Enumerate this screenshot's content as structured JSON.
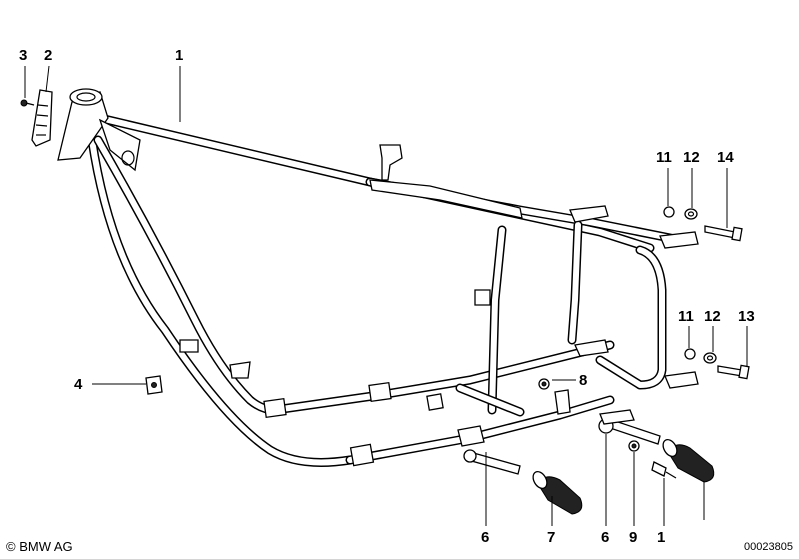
{
  "callouts": {
    "c3": "3",
    "c2": "2",
    "c1": "1",
    "c11a": "11",
    "c12a": "12",
    "c14": "14",
    "c11b": "11",
    "c12b": "12",
    "c13": "13",
    "c4": "4",
    "c8": "8",
    "c6a": "6",
    "c7": "7",
    "c6b": "6",
    "c9": "9",
    "c1b": "1"
  },
  "footer": {
    "copyright": "© BMW AG",
    "doc_id": "00023805"
  }
}
